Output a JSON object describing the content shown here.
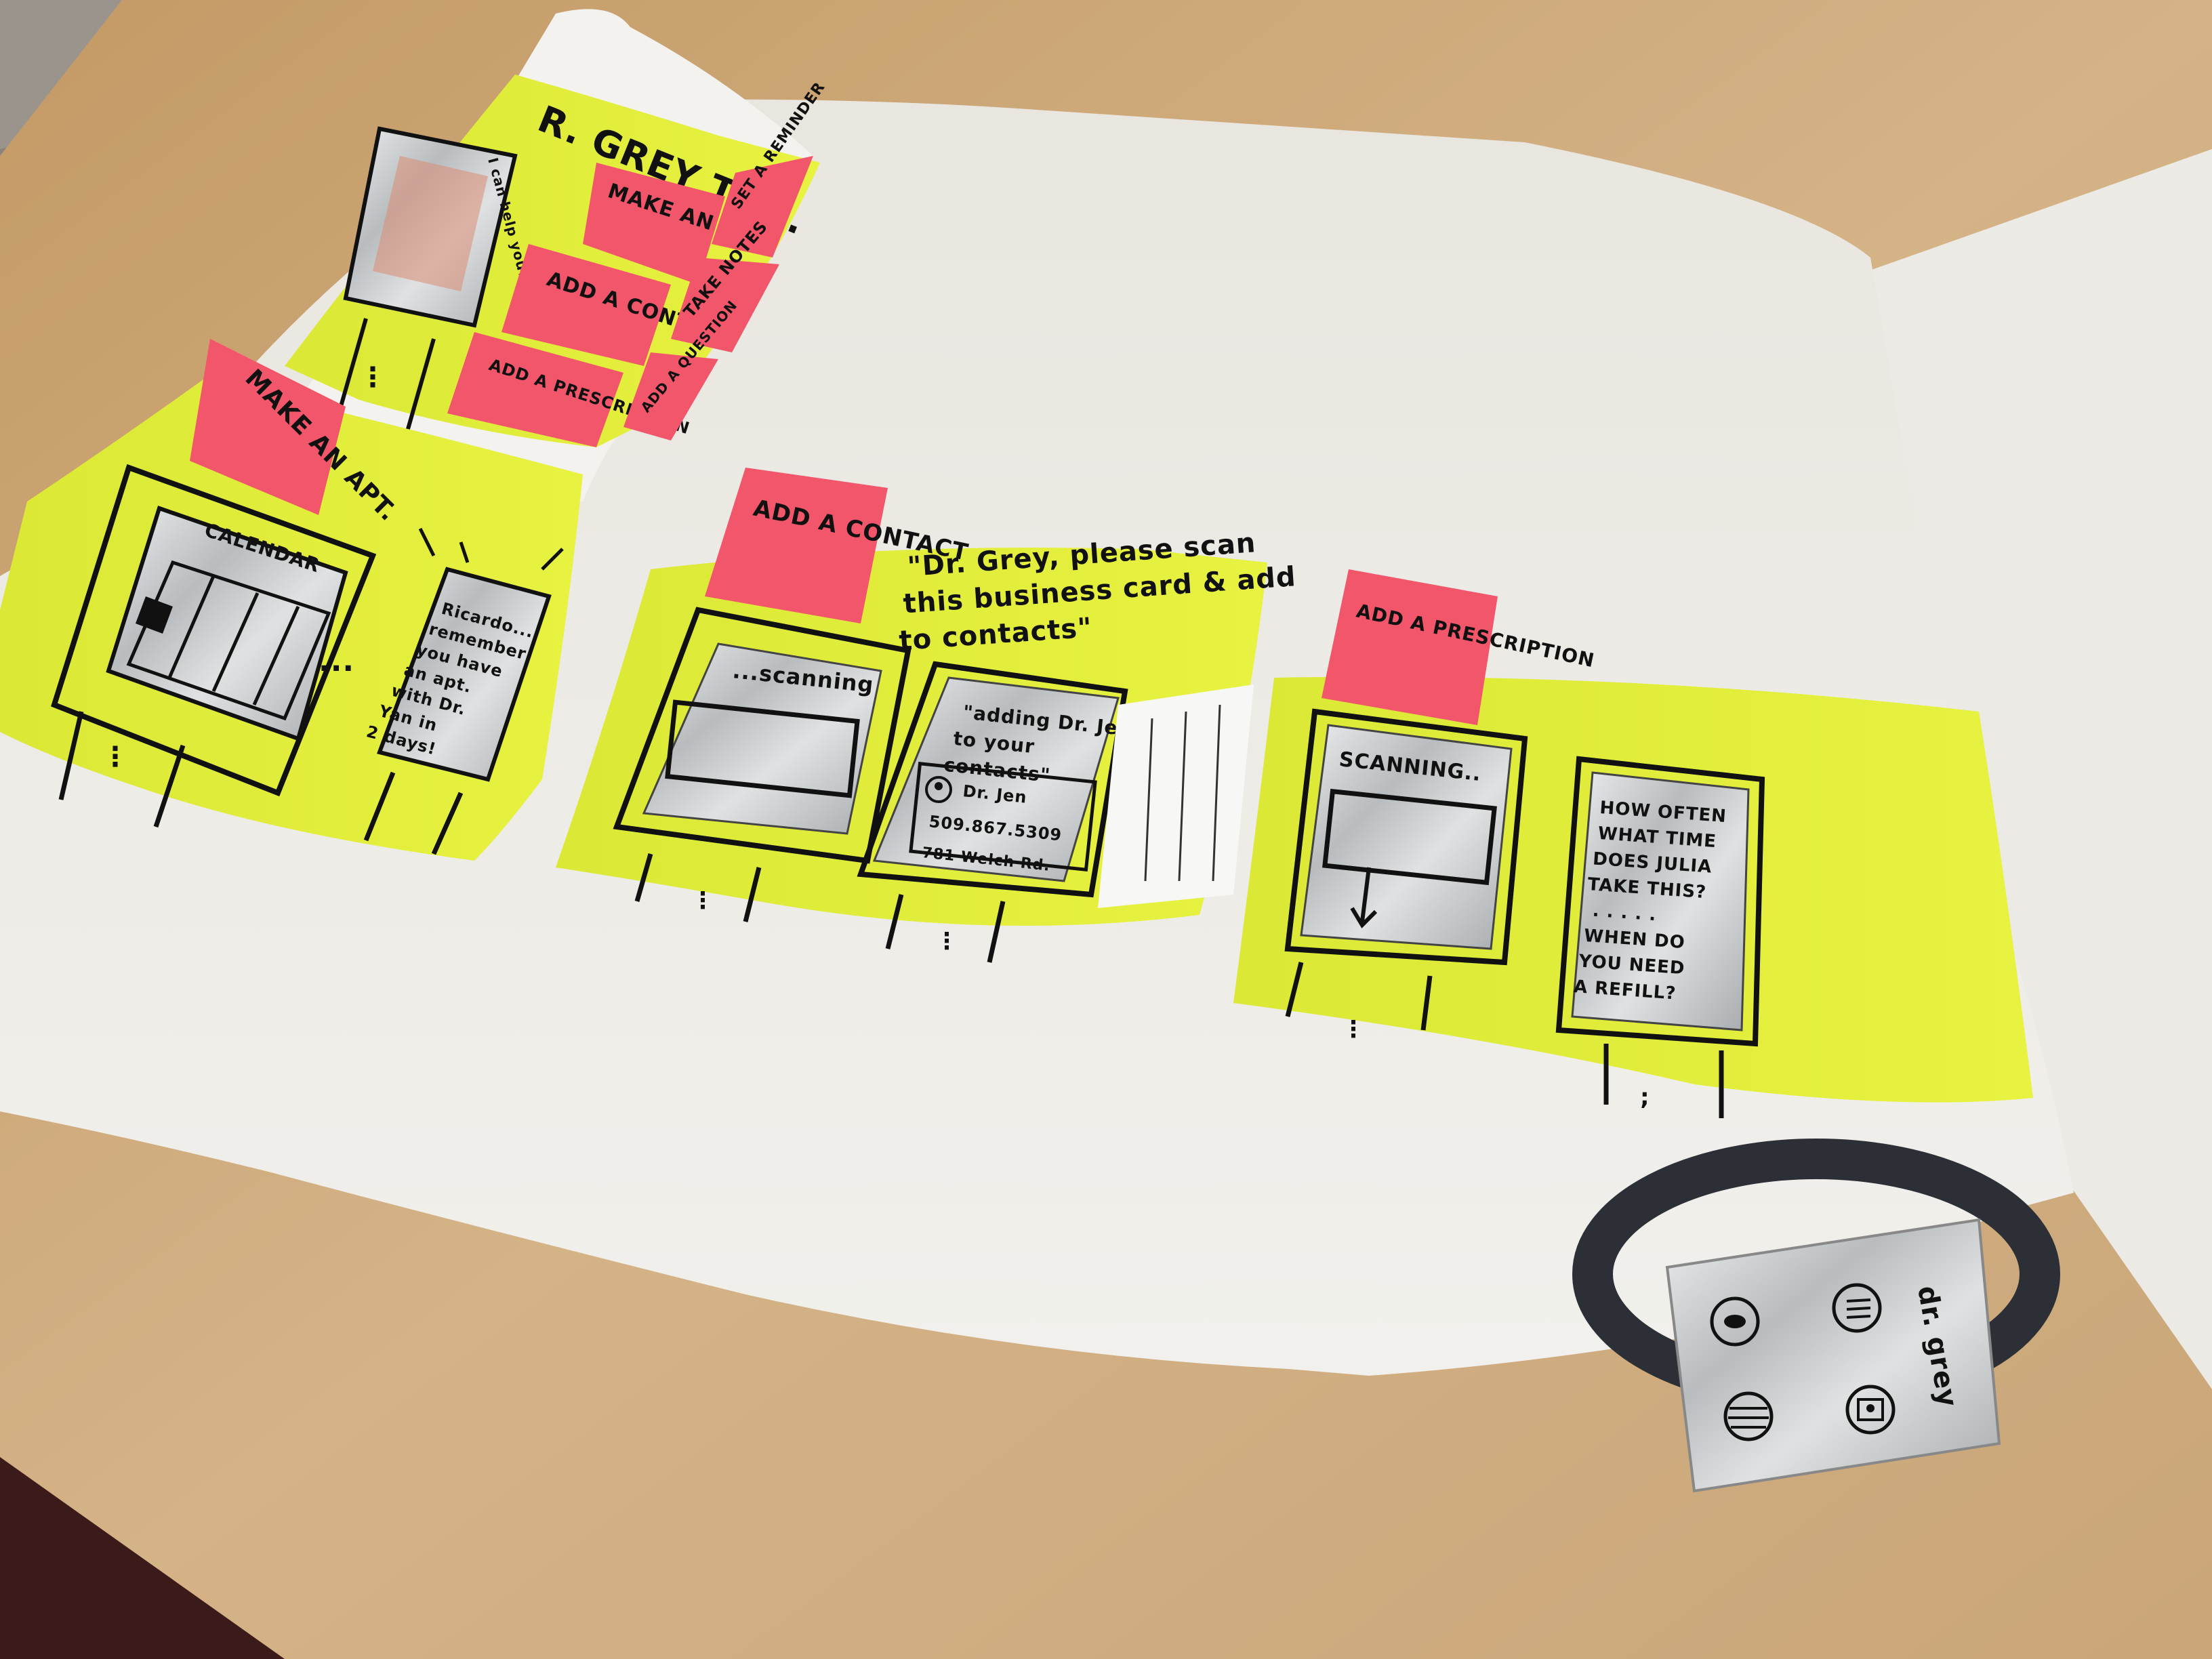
{
  "board_top": {
    "title": "R. GREY TO...",
    "screen_text": "I can help you?",
    "menu": {
      "make_apt": "MAKE AN APT.",
      "add_contact": "ADD A CONTACT",
      "add_prescription": "ADD A PRESCRIPTION",
      "set_reminder": "SET A REMINDER",
      "take_notes": "TAKE NOTES",
      "add_question": "ADD A QUESTION"
    }
  },
  "board_apt": {
    "label": "MAKE AN APT.",
    "calendar": "CALENDAR",
    "reminder": [
      "Ricardo...",
      "remember",
      "you have",
      "an apt.",
      "with Dr.",
      "Yan in",
      "2 days!"
    ],
    "ellipsis": "..."
  },
  "board_contact": {
    "label": "ADD A CONTACT",
    "quote": [
      "\"Dr. Grey, please scan",
      "this business card & add",
      "to contacts\""
    ],
    "scanning": "...scanning",
    "adding": [
      "\"adding Dr. Jen",
      "to your",
      "contacts\""
    ],
    "contact_name": "Dr. Jen",
    "contact_phone": "509.867.5309",
    "contact_address": "781 Welch Rd."
  },
  "board_prescription": {
    "label": "ADD A PRESCRIPTION",
    "scanning": "SCANNING..",
    "questions": [
      "HOW OFTEN",
      "WHAT TIME",
      "DOES JULIA",
      "TAKE THIS?",
      ". . . . .",
      "WHEN DO",
      "YOU NEED",
      "A REFILL?"
    ]
  },
  "wearable": {
    "label": "dr. grey"
  },
  "colors": {
    "desk": "#c9a77a",
    "paper": "#ecebe6",
    "yellow_board": "#e3ef3a",
    "pink_note": "#f2566a",
    "foil": "#c9cbcc",
    "band": "#2c3036"
  }
}
